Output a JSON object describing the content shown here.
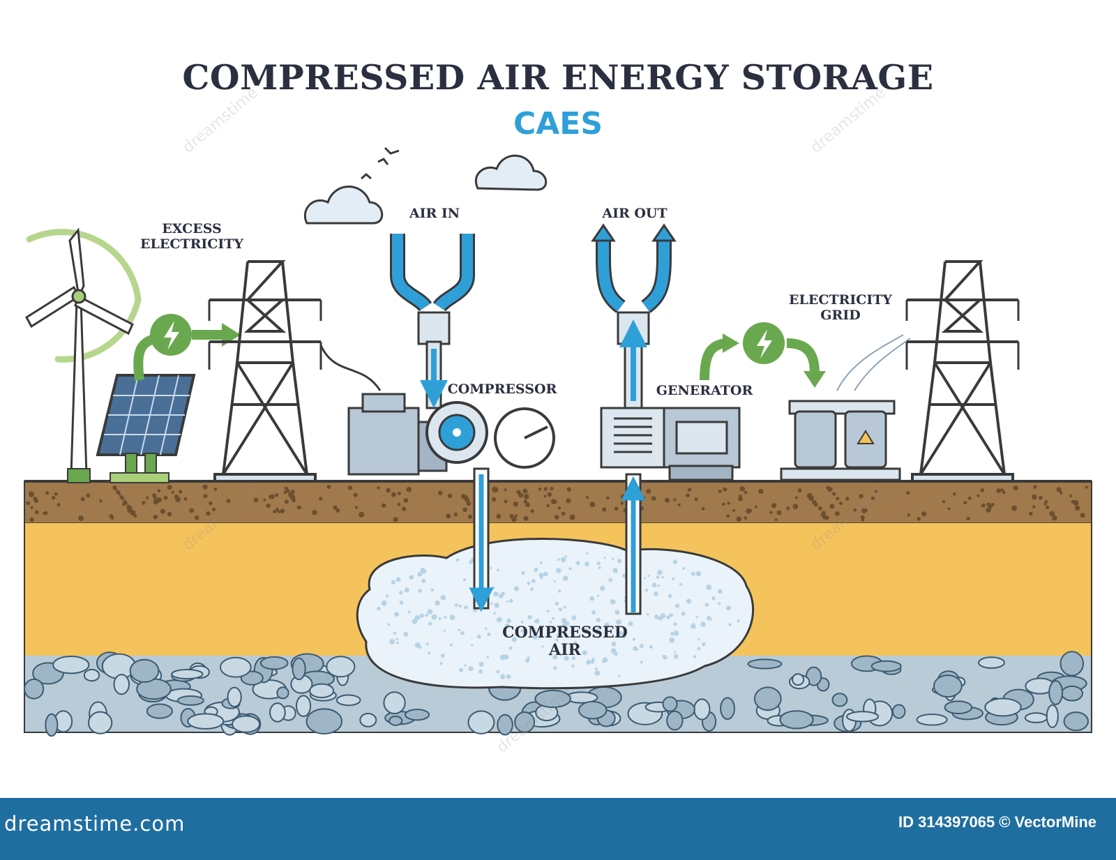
{
  "title": "COMPRESSED AIR ENERGY STORAGE",
  "subtitle": "CAES",
  "labels": {
    "excess_electricity": "EXCESS\nELECTRICITY",
    "air_in": "AIR IN",
    "air_out": "AIR OUT",
    "compressor": "COMPRESSOR",
    "generator": "GENERATOR",
    "electricity_grid": "ELECTRICITY\nGRID",
    "compressed_air": "COMPRESSED\nAIR"
  },
  "footer": {
    "logo": "dreamstime.com",
    "credit": "ID 314397065 © VectorMine"
  },
  "watermark": "dreamstime",
  "colors": {
    "title": "#2b2f3f",
    "accent": "#2f9fd8",
    "green": "#6aa84f",
    "soil": "#a07a4c",
    "sand": "#f4c35b",
    "rock": "#9fb6c6",
    "footer": "#1f6ea0"
  },
  "icons": [
    "wind-turbine-icon",
    "solar-panel-icon",
    "lightning-icon",
    "cloud-icon",
    "bird-icon",
    "gauge-icon",
    "transformer-icon",
    "warning-icon"
  ]
}
